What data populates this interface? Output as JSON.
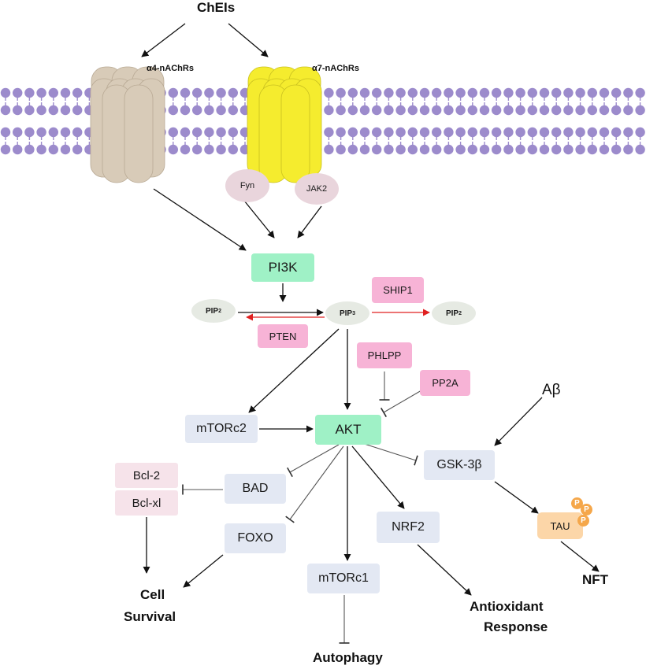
{
  "nodes": {
    "chei": "ChEIs",
    "a4": "α4-nAChRs",
    "a7": "α7-nAChRs",
    "fyn": "Fyn",
    "jak2": "JAK2",
    "pi3k": "PI3K",
    "pip2_left": "PIP",
    "pip2_left_sub": "2",
    "pip3": "PIP",
    "pip3_sub": "3",
    "pip2_right": "PIP",
    "pip2_right_sub": "2",
    "ship1": "SHIP1",
    "pten": "PTEN",
    "phlpp": "PHLPP",
    "pp2a": "PP2A",
    "abeta": "Aβ",
    "mtorc2": "mTORc2",
    "akt": "AKT",
    "gsk3b": "GSK-3β",
    "bcl2": "Bcl-2",
    "bclxl": "Bcl-xl",
    "bad": "BAD",
    "foxo": "FOXO",
    "nrf2": "NRF2",
    "tau": "TAU",
    "mtorc1": "mTORc1",
    "nft": "NFT",
    "cell_survival_1": "Cell",
    "cell_survival_2": "Survival",
    "antioxidant_1": "Antioxidant",
    "antioxidant_2": "Response",
    "autophagy": "Autophagy",
    "phospho": "P"
  },
  "colors": {
    "membrane": "#9c8bcc",
    "a4_receptor": "#d8cbb8",
    "a7_receptor": "#f5ec2e",
    "activator_green": "#9ff1c6",
    "inhibitor_pink": "#f7b3d6",
    "effector_blue": "#e3e8f3",
    "pten_arrow": "#e02020",
    "tau_box": "#fcd6a8",
    "phospho_dot": "#f5a74a"
  }
}
